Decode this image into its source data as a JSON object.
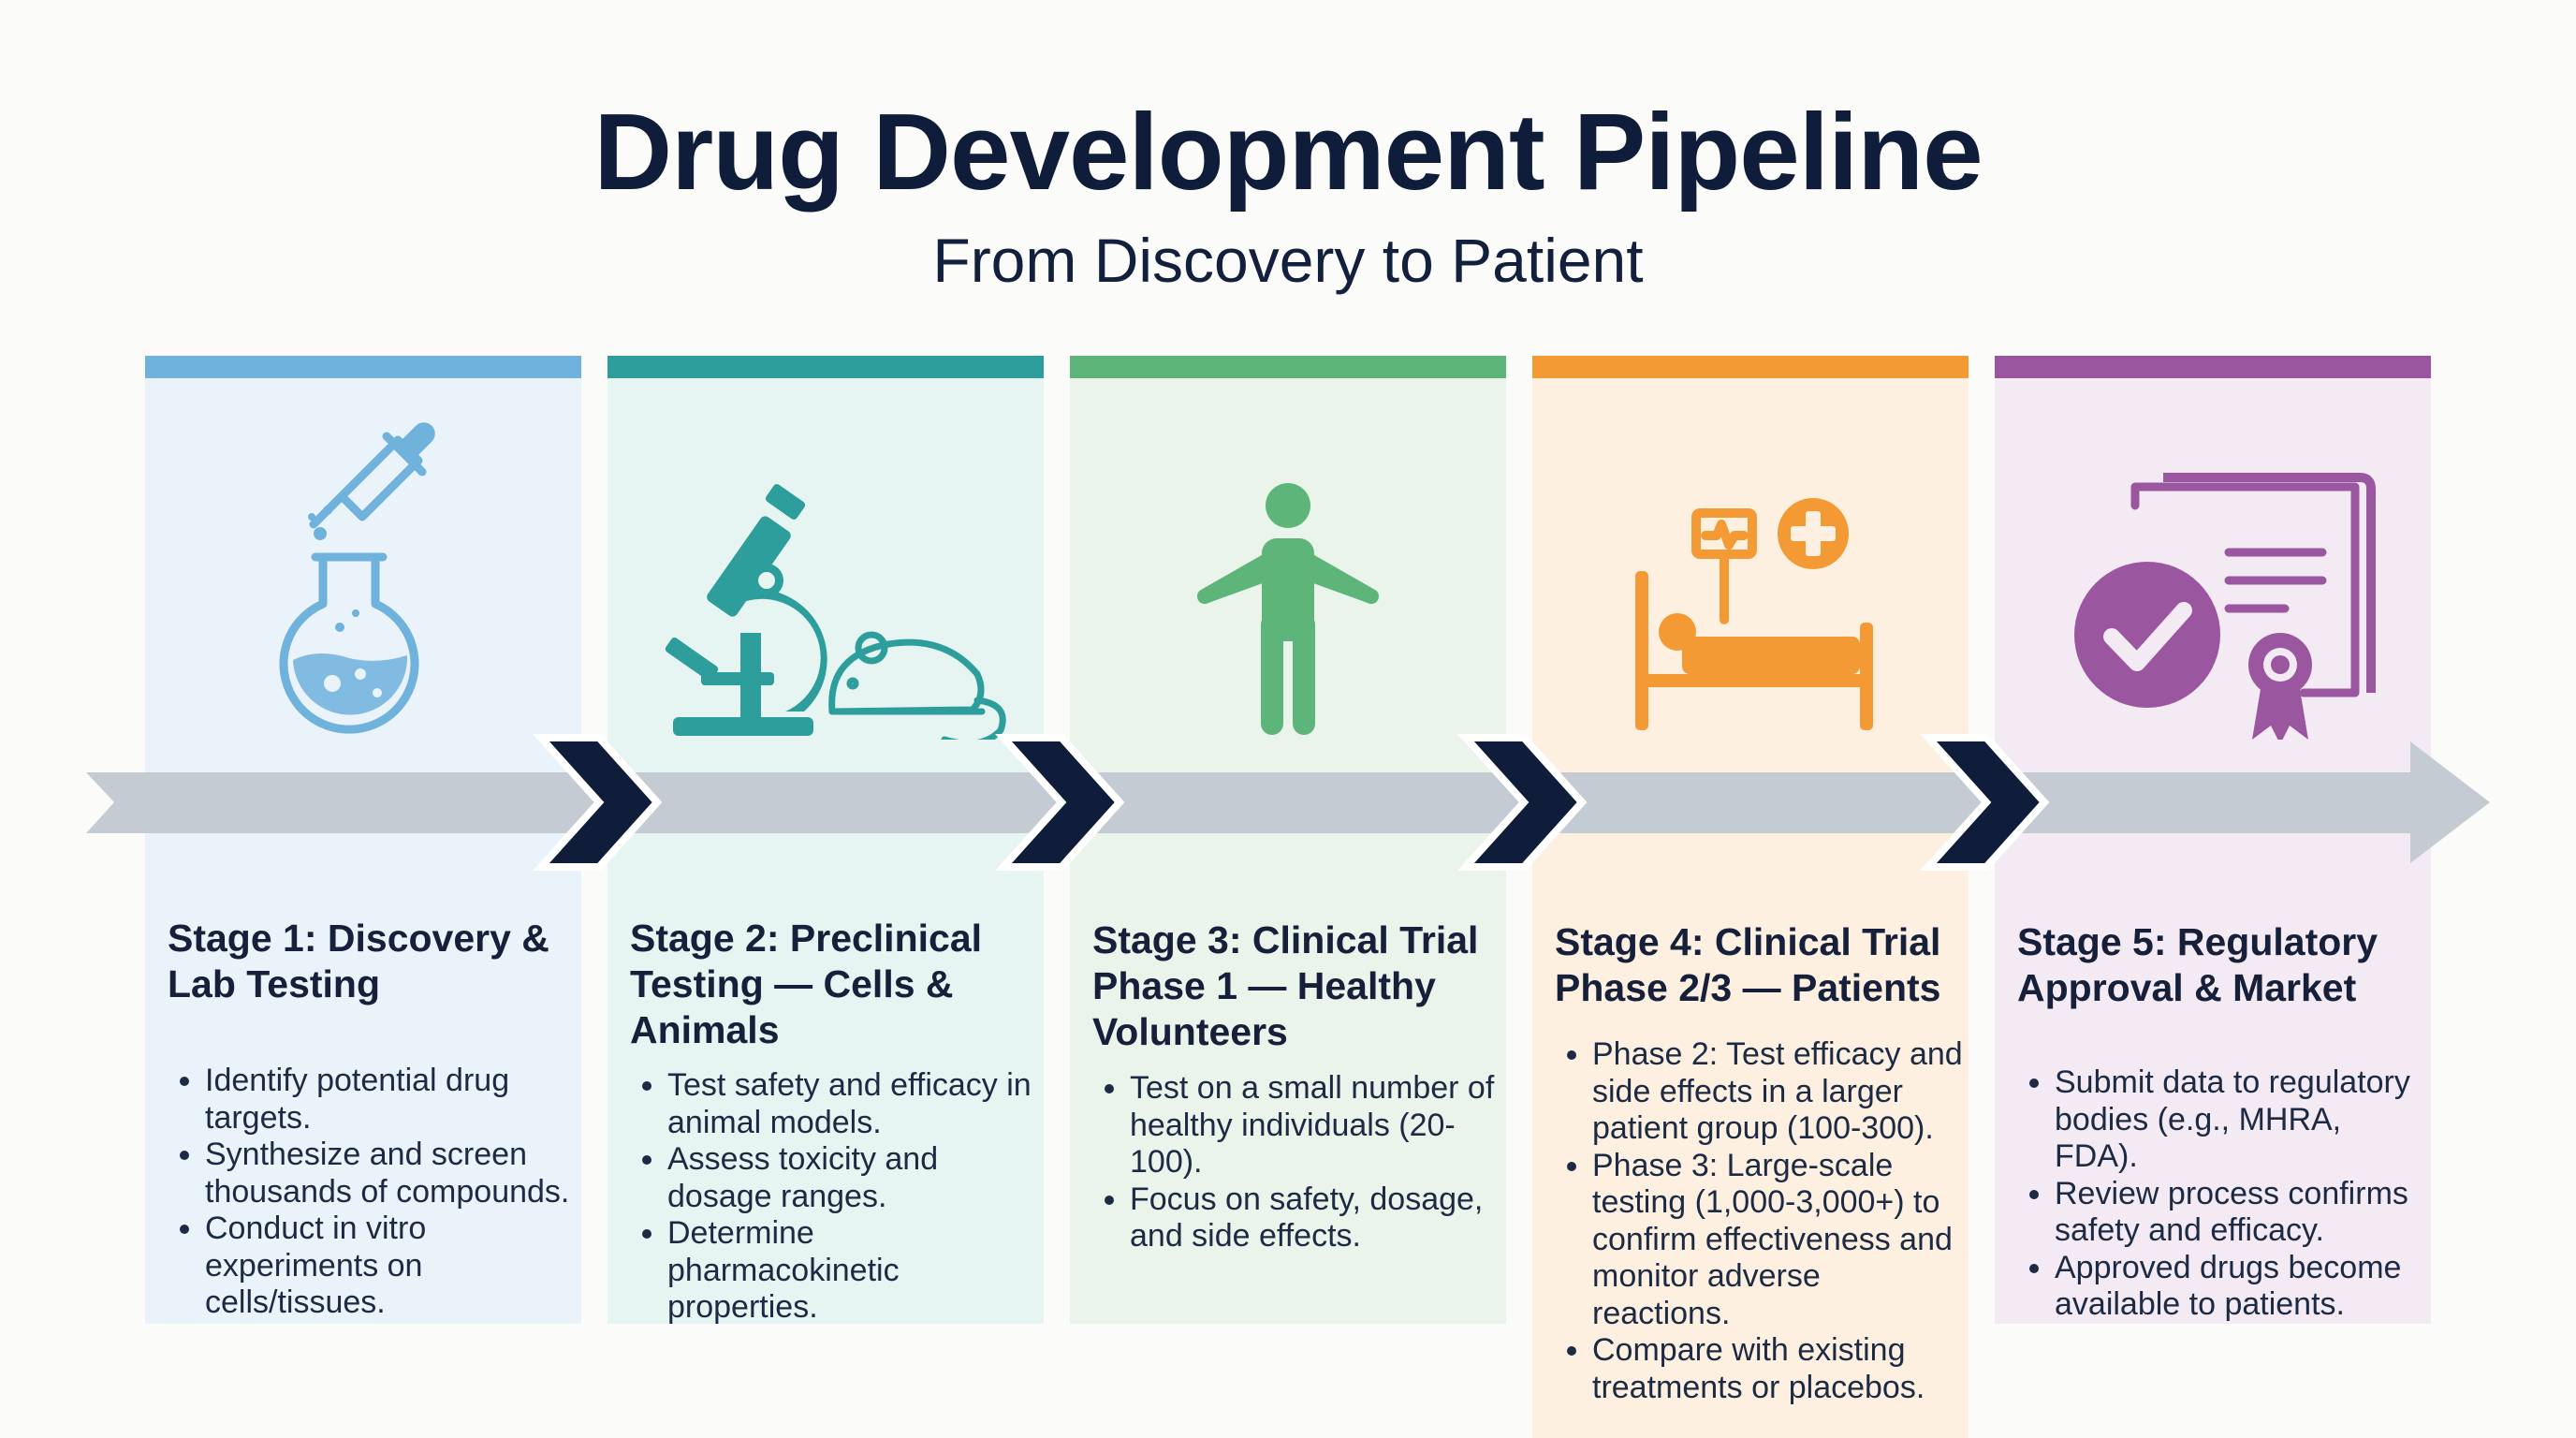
{
  "header": {
    "title": "Drug Development Pipeline",
    "subtitle": "From Discovery to Patient"
  },
  "colors": {
    "stage1": "#6fb2dc",
    "stage2": "#2e9e9c",
    "stage3": "#5db57a",
    "stage4": "#f39a34",
    "stage5": "#9a579f",
    "arrow": "#c5cbd2",
    "chevron": "#0f1d3a"
  },
  "stages": [
    {
      "icon": "flask-dropper-icon",
      "heading": "Stage 1: Discovery & Lab Testing",
      "bullets": [
        "Identify potential drug targets.",
        "Synthesize and screen thousands of compounds.",
        "Conduct in vitro experiments on cells/tissues."
      ]
    },
    {
      "icon": "microscope-mouse-icon",
      "heading": "Stage 2: Preclinical Testing — Cells & Animals",
      "bullets": [
        "Test safety and efficacy in animal models.",
        "Assess toxicity and dosage ranges.",
        "Determine pharmacokinetic properties."
      ]
    },
    {
      "icon": "person-icon",
      "heading": "Stage 3: Clinical Trial Phase 1 — Healthy Volunteers",
      "bullets": [
        "Test on a small number of healthy individuals (20-100).",
        "Focus on safety, dosage, and side effects."
      ]
    },
    {
      "icon": "hospital-bed-icon",
      "heading": "Stage 4: Clinical Trial Phase 2/3 — Patients",
      "bullets": [
        "Phase 2: Test efficacy and side effects in a larger patient group (100-300).",
        "Phase 3: Large-scale testing (1,000-3,000+) to confirm effectiveness and monitor adverse reactions.",
        "Compare with existing treatments or placebos."
      ]
    },
    {
      "icon": "approval-certificate-icon",
      "heading": "Stage 5: Regulatory Approval & Market",
      "bullets": [
        "Submit data to regulatory bodies (e.g., MHRA, FDA).",
        "Review process confirms safety and efficacy.",
        "Approved drugs become available to patients."
      ]
    }
  ]
}
